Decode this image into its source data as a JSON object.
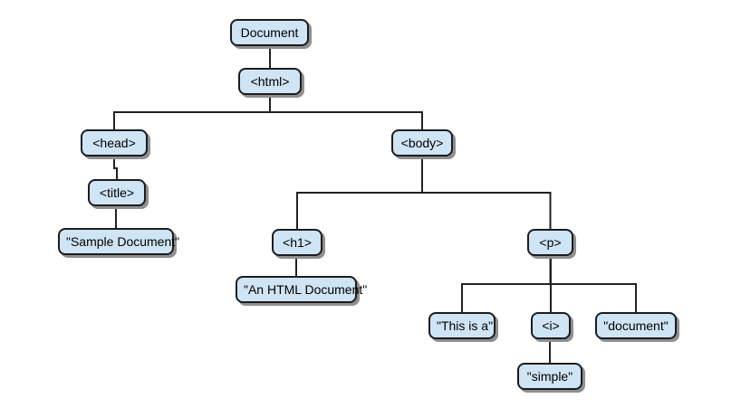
{
  "diagram": {
    "type": "tree",
    "line_color": "#222222",
    "node_fill": "#cfe4f4",
    "nodes": {
      "document": "Document",
      "html": "<html>",
      "head": "<head>",
      "title": "<title>",
      "title_text": "\"Sample Document\"",
      "body": "<body>",
      "h1": "<h1>",
      "h1_text": "\"An HTML Document\"",
      "p": "<p>",
      "p_text_1": "\"This is a\"",
      "i": "<i>",
      "i_text": "\"simple\"",
      "p_text_2": "\"document\""
    },
    "edges": [
      [
        "document",
        "html"
      ],
      [
        "html",
        "head"
      ],
      [
        "html",
        "body"
      ],
      [
        "head",
        "title"
      ],
      [
        "title",
        "title_text"
      ],
      [
        "body",
        "h1"
      ],
      [
        "body",
        "p"
      ],
      [
        "h1",
        "h1_text"
      ],
      [
        "p",
        "p_text_1"
      ],
      [
        "p",
        "i"
      ],
      [
        "p",
        "p_text_2"
      ],
      [
        "i",
        "i_text"
      ]
    ]
  }
}
